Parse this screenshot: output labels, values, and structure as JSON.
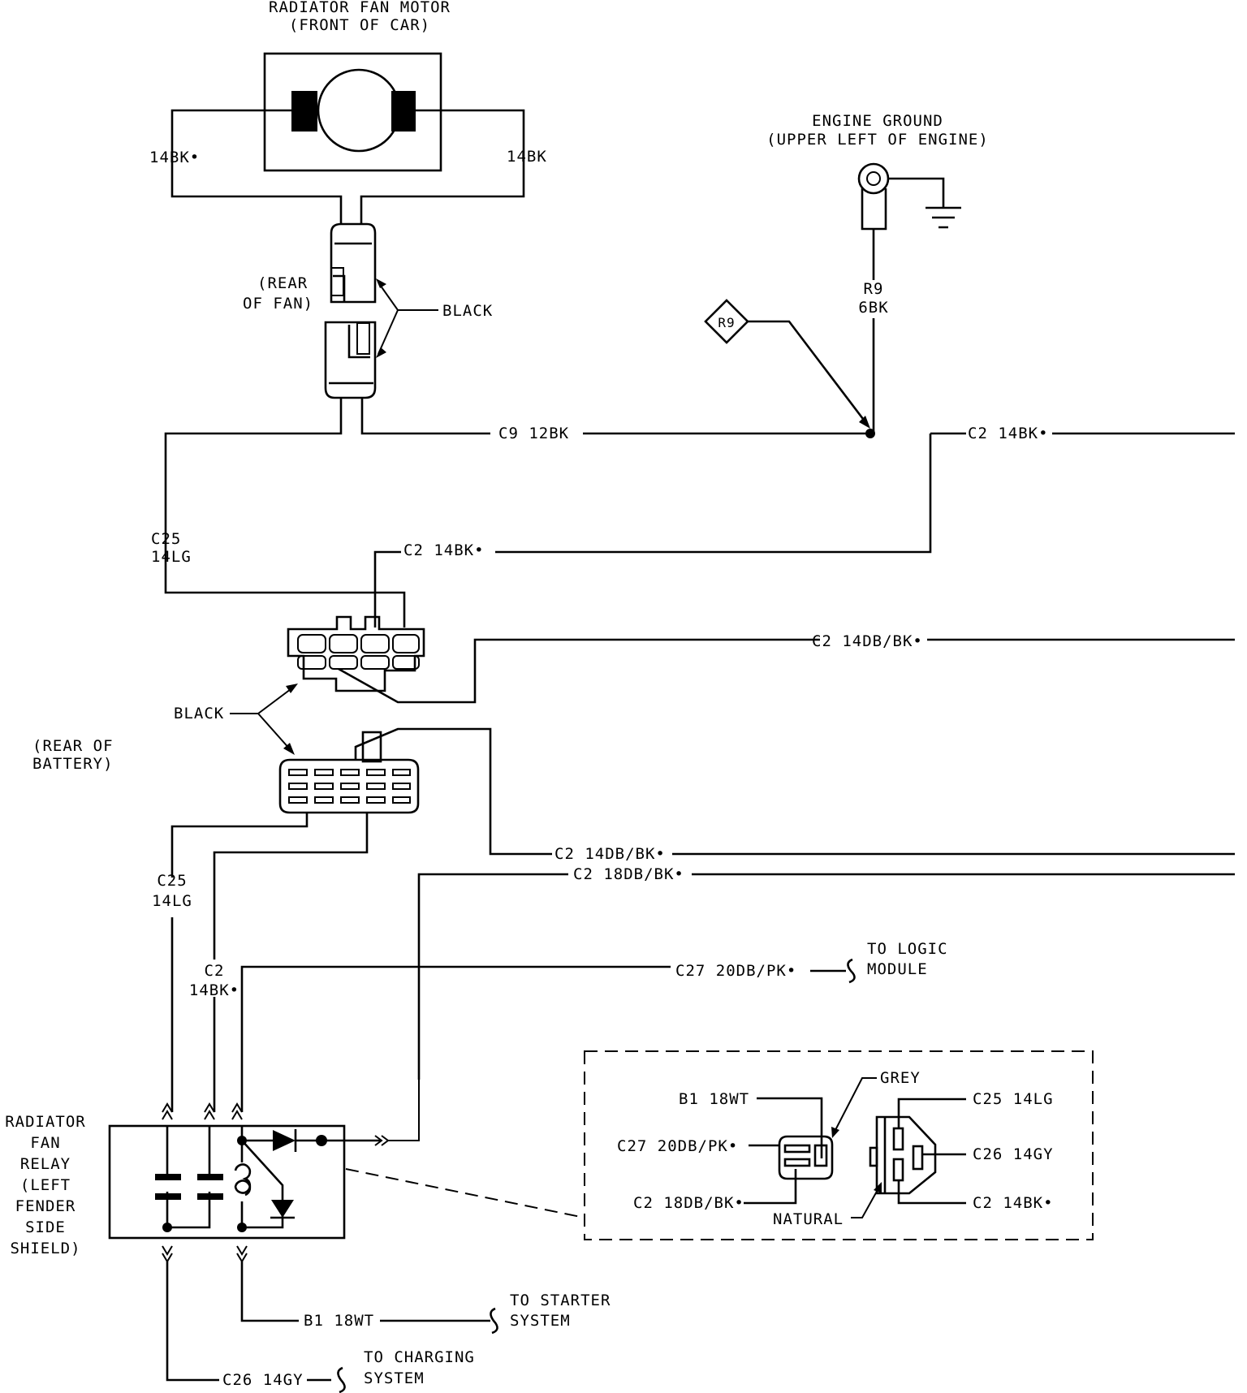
{
  "motor": {
    "title": "RADIATOR FAN MOTOR",
    "location": "(FRONT OF CAR)",
    "left_wire": "14BK•",
    "right_wire": "14BK",
    "conn_location_1": "(REAR",
    "conn_location_2": "OF FAN)",
    "conn_color": "BLACK"
  },
  "ground": {
    "title": "ENGINE GROUND",
    "location": "(UPPER LEFT OF ENGINE)",
    "wire_code": "R9",
    "wire_gauge": "6BK",
    "diamond_label": "R9"
  },
  "wires": {
    "c9": "C9  12BK",
    "c2_top": "C2  14BK•",
    "c25_upper_1": "C25",
    "c25_upper_2": "14LG",
    "c2_mid": "C2  14BK•",
    "c2_db_upper": "C2  14DB/BK•",
    "c2_db_lower": "C2  14DB/BK•",
    "c2_18db": "C2  18DB/BK•",
    "c25_lower_1": "C25",
    "c25_lower_2": "14LG",
    "c2_lower_1": "C2",
    "c2_lower_2": "14BK•",
    "c27": "C27  20DB/PK•",
    "b1": "B1  18WT",
    "c26": "C26  14GY"
  },
  "battery_conn": {
    "color": "BLACK",
    "location_1": "(REAR OF",
    "location_2": "BATTERY)"
  },
  "destinations": {
    "logic_1": "TO LOGIC",
    "logic_2": "MODULE",
    "starter_1": "TO STARTER",
    "starter_2": "SYSTEM",
    "charging_1": "TO CHARGING",
    "charging_2": "SYSTEM"
  },
  "relay": {
    "lines": [
      "RADIATOR",
      "FAN",
      "RELAY",
      "(LEFT",
      "FENDER",
      "SIDE",
      "SHIELD)"
    ]
  },
  "inset": {
    "b1": "B1  18WT",
    "c27": "C27  20DB/PK•",
    "c2_18": "C2  18DB/BK•",
    "grey": "GREY",
    "natural": "NATURAL",
    "c25": "C25  14LG",
    "c26": "C26  14GY",
    "c2_14": "C2  14BK•"
  }
}
